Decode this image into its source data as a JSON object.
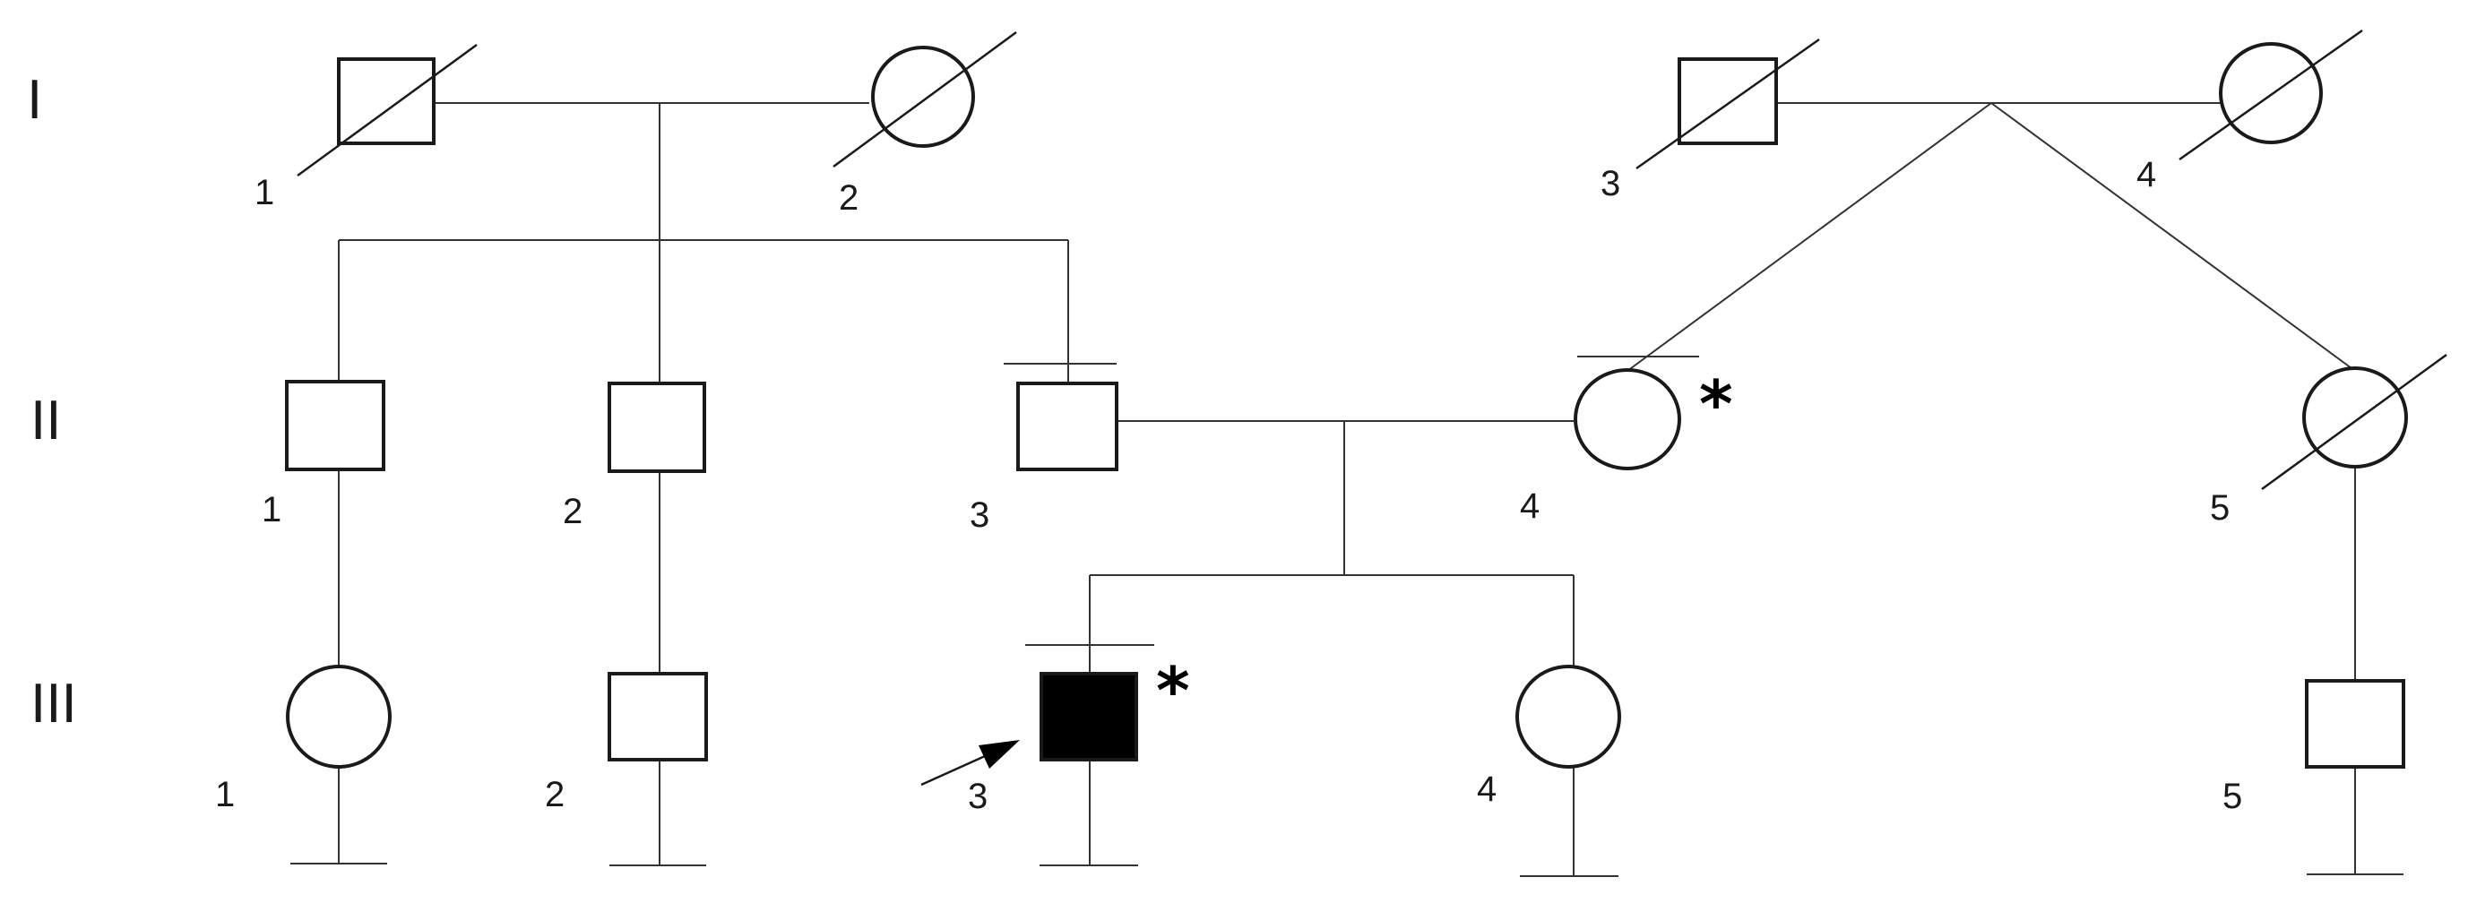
{
  "generations": [
    "I",
    "II",
    "III"
  ],
  "individuals": [
    {
      "id": "I-1",
      "label": "1",
      "sex": "male",
      "deceased": true,
      "affected": false
    },
    {
      "id": "I-2",
      "label": "2",
      "sex": "female",
      "deceased": true,
      "affected": false
    },
    {
      "id": "I-3",
      "label": "3",
      "sex": "male",
      "deceased": true,
      "affected": false
    },
    {
      "id": "I-4",
      "label": "4",
      "sex": "female",
      "deceased": true,
      "affected": false
    },
    {
      "id": "II-1",
      "label": "1",
      "sex": "male",
      "deceased": false,
      "affected": false
    },
    {
      "id": "II-2",
      "label": "2",
      "sex": "male",
      "deceased": false,
      "affected": false
    },
    {
      "id": "II-3",
      "label": "3",
      "sex": "male",
      "deceased": false,
      "affected": false,
      "examined": true
    },
    {
      "id": "II-4",
      "label": "4",
      "sex": "female",
      "deceased": false,
      "affected": false,
      "examined": true,
      "marker": "*"
    },
    {
      "id": "II-5",
      "label": "5",
      "sex": "female",
      "deceased": true,
      "affected": false
    },
    {
      "id": "III-1",
      "label": "1",
      "sex": "female",
      "deceased": false,
      "affected": false
    },
    {
      "id": "III-2",
      "label": "2",
      "sex": "male",
      "deceased": false,
      "affected": false
    },
    {
      "id": "III-3",
      "label": "3",
      "sex": "male",
      "deceased": false,
      "affected": true,
      "examined": true,
      "proband": true,
      "marker": "*"
    },
    {
      "id": "III-4",
      "label": "4",
      "sex": "female",
      "deceased": false,
      "affected": false
    },
    {
      "id": "III-5",
      "label": "5",
      "sex": "male",
      "deceased": false,
      "affected": false
    }
  ],
  "colors": {
    "line": "#333333",
    "affected": "#000000",
    "unaffected": "#ffffff"
  }
}
